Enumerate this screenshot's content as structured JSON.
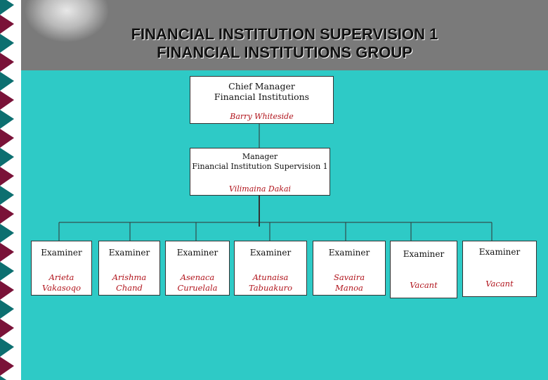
{
  "title": {
    "line1": "FINANCIAL INSTITUTION SUPERVISION 1",
    "line2": "FINANCIAL INSTITUTIONS GROUP"
  },
  "chief": {
    "role_line1": "Chief Manager",
    "role_line2": "Financial Institutions",
    "name": "Barry Whiteside"
  },
  "manager": {
    "role_line1": "Manager",
    "role_line2": "Financial Institution Supervision 1",
    "name": "Vilimaina Dakai"
  },
  "examiners": [
    {
      "role": "Examiner",
      "name_line1": "Arieta",
      "name_line2": "Vakasoqo"
    },
    {
      "role": "Examiner",
      "name_line1": "Arishma",
      "name_line2": "Chand"
    },
    {
      "role": "Examiner",
      "name_line1": "Asenaca",
      "name_line2": "Curuelala"
    },
    {
      "role": "Examiner",
      "name_line1": "Atunaisa",
      "name_line2": "Tabuakuro"
    },
    {
      "role": "Examiner",
      "name_line1": "Savaira",
      "name_line2": "Manoa"
    },
    {
      "role": "Examiner",
      "name_line1": "Vacant",
      "name_line2": ""
    },
    {
      "role": "Examiner",
      "name_line1": "Vacant",
      "name_line2": ""
    }
  ],
  "colors": {
    "background": "#2ecac6",
    "name_text": "#b0121a",
    "stripe_dark": "#7a1238",
    "stripe_teal": "#0c6f70"
  }
}
